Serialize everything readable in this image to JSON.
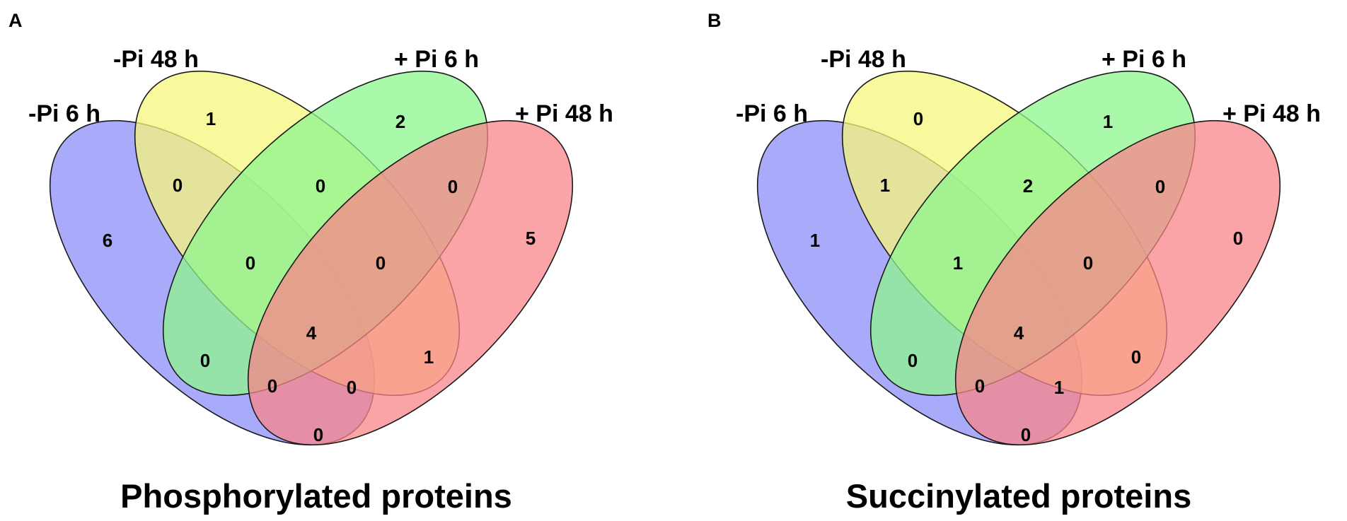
{
  "colors": {
    "set1": "#8e8ef8",
    "set2": "#f6f67c",
    "set3": "#8ef68e",
    "set4": "#f8868b"
  },
  "panels": [
    {
      "letter": "A",
      "title": "Phosphorylated proteins",
      "sets": [
        "-Pi 6 h",
        "-Pi 48 h",
        "+ Pi 6 h",
        "+ Pi 48 h"
      ],
      "counts": {
        "only1": "6",
        "only2": "1",
        "only3": "2",
        "only4": "5",
        "r12": "0",
        "r23": "0",
        "r34": "0",
        "r123": "0",
        "r234": "0",
        "r13": "0",
        "r1234": "4",
        "r24": "1",
        "r134": "0",
        "r124": "0",
        "r14": "0"
      }
    },
    {
      "letter": "B",
      "title": "Succinylated proteins",
      "sets": [
        "-Pi 6 h",
        "-Pi 48 h",
        "+ Pi 6 h",
        "+ Pi 48 h"
      ],
      "counts": {
        "only1": "1",
        "only2": "0",
        "only3": "1",
        "only4": "0",
        "r12": "1",
        "r23": "2",
        "r34": "0",
        "r123": "1",
        "r234": "0",
        "r13": "0",
        "r1234": "4",
        "r24": "0",
        "r134": "0",
        "r124": "1",
        "r14": "0"
      }
    }
  ]
}
